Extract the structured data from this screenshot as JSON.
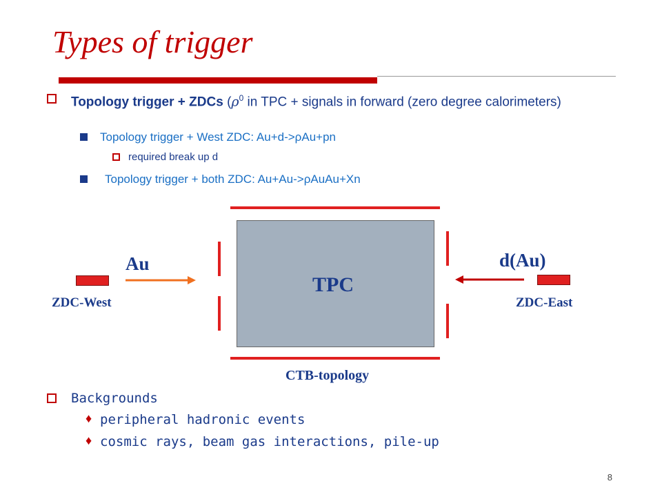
{
  "slide": {
    "title": "Types of trigger",
    "page_number": "8"
  },
  "bullets": {
    "b1_bold": "Topology trigger + ZDCs",
    "b1_rest_before": " (",
    "b1_rho": "ρ",
    "b1_sup": "0",
    "b1_rest_after": " in TPC + signals in forward (zero degree calorimeters)",
    "sub1": "Topology trigger + West ZDC: Au+d->ρAu+pn",
    "sub1_note": "required break up d",
    "sub2": "Topology trigger + both ZDC: Au+Au->ρAuAu+Xn"
  },
  "diagram": {
    "tpc_label": "TPC",
    "au_label": "Au",
    "dau_label": "d(Au)",
    "zdc_west_label": "ZDC-West",
    "zdc_east_label": "ZDC-East",
    "ctb_label": "CTB-topology",
    "colors": {
      "detector_red": "#e02020",
      "arrow_orange": "#f07020",
      "arrow_red": "#c00000",
      "tpc_fill": "#a3b0be"
    }
  },
  "backgrounds": {
    "heading": "Backgrounds",
    "items": [
      "peripheral hadronic events",
      "cosmic rays, beam gas interactions, pile-up"
    ]
  },
  "icons": {
    "bullet_l1": "hollow-square-icon",
    "bullet_l2": "filled-square-icon",
    "bullet_l3": "hollow-square-icon",
    "bullet_bg": "diamond-icon"
  }
}
